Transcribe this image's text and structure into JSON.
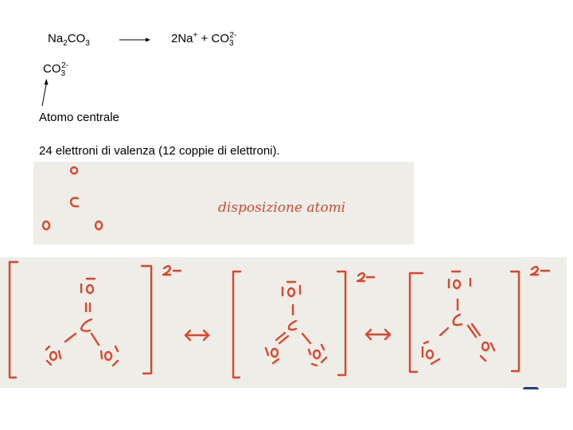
{
  "equation": {
    "reactant_base": "Na",
    "reactant_sub1": "2",
    "reactant_mid": "CO",
    "reactant_sub2": "3",
    "arrow": "reaction-arrow",
    "product_a": "2Na",
    "product_a_sup": "+",
    "plus": " + ",
    "product_b": "CO",
    "product_b_sub": "3",
    "product_b_sup": "2-"
  },
  "ion_label": {
    "base": "CO",
    "sub": "3",
    "sup": "2-"
  },
  "annotation": {
    "central_atom_label": "Atomo centrale",
    "valence_text": "24 elettroni di valenza (12 coppie di elettroni)."
  },
  "photo_top": {
    "caption": "disposizione atomi",
    "atoms": [
      "O",
      "C",
      "O",
      "O"
    ]
  },
  "photo_bottom": {
    "structures": [
      {
        "charge": "2-",
        "double_bond": "top"
      },
      {
        "charge": "2-",
        "double_bond": "lower-left"
      },
      {
        "charge": "2-",
        "double_bond": "lower-right"
      }
    ],
    "resonance_arrow": "↔"
  },
  "colors": {
    "ink_red": "#e0452c",
    "paper": "#efede8",
    "text": "#000000"
  }
}
